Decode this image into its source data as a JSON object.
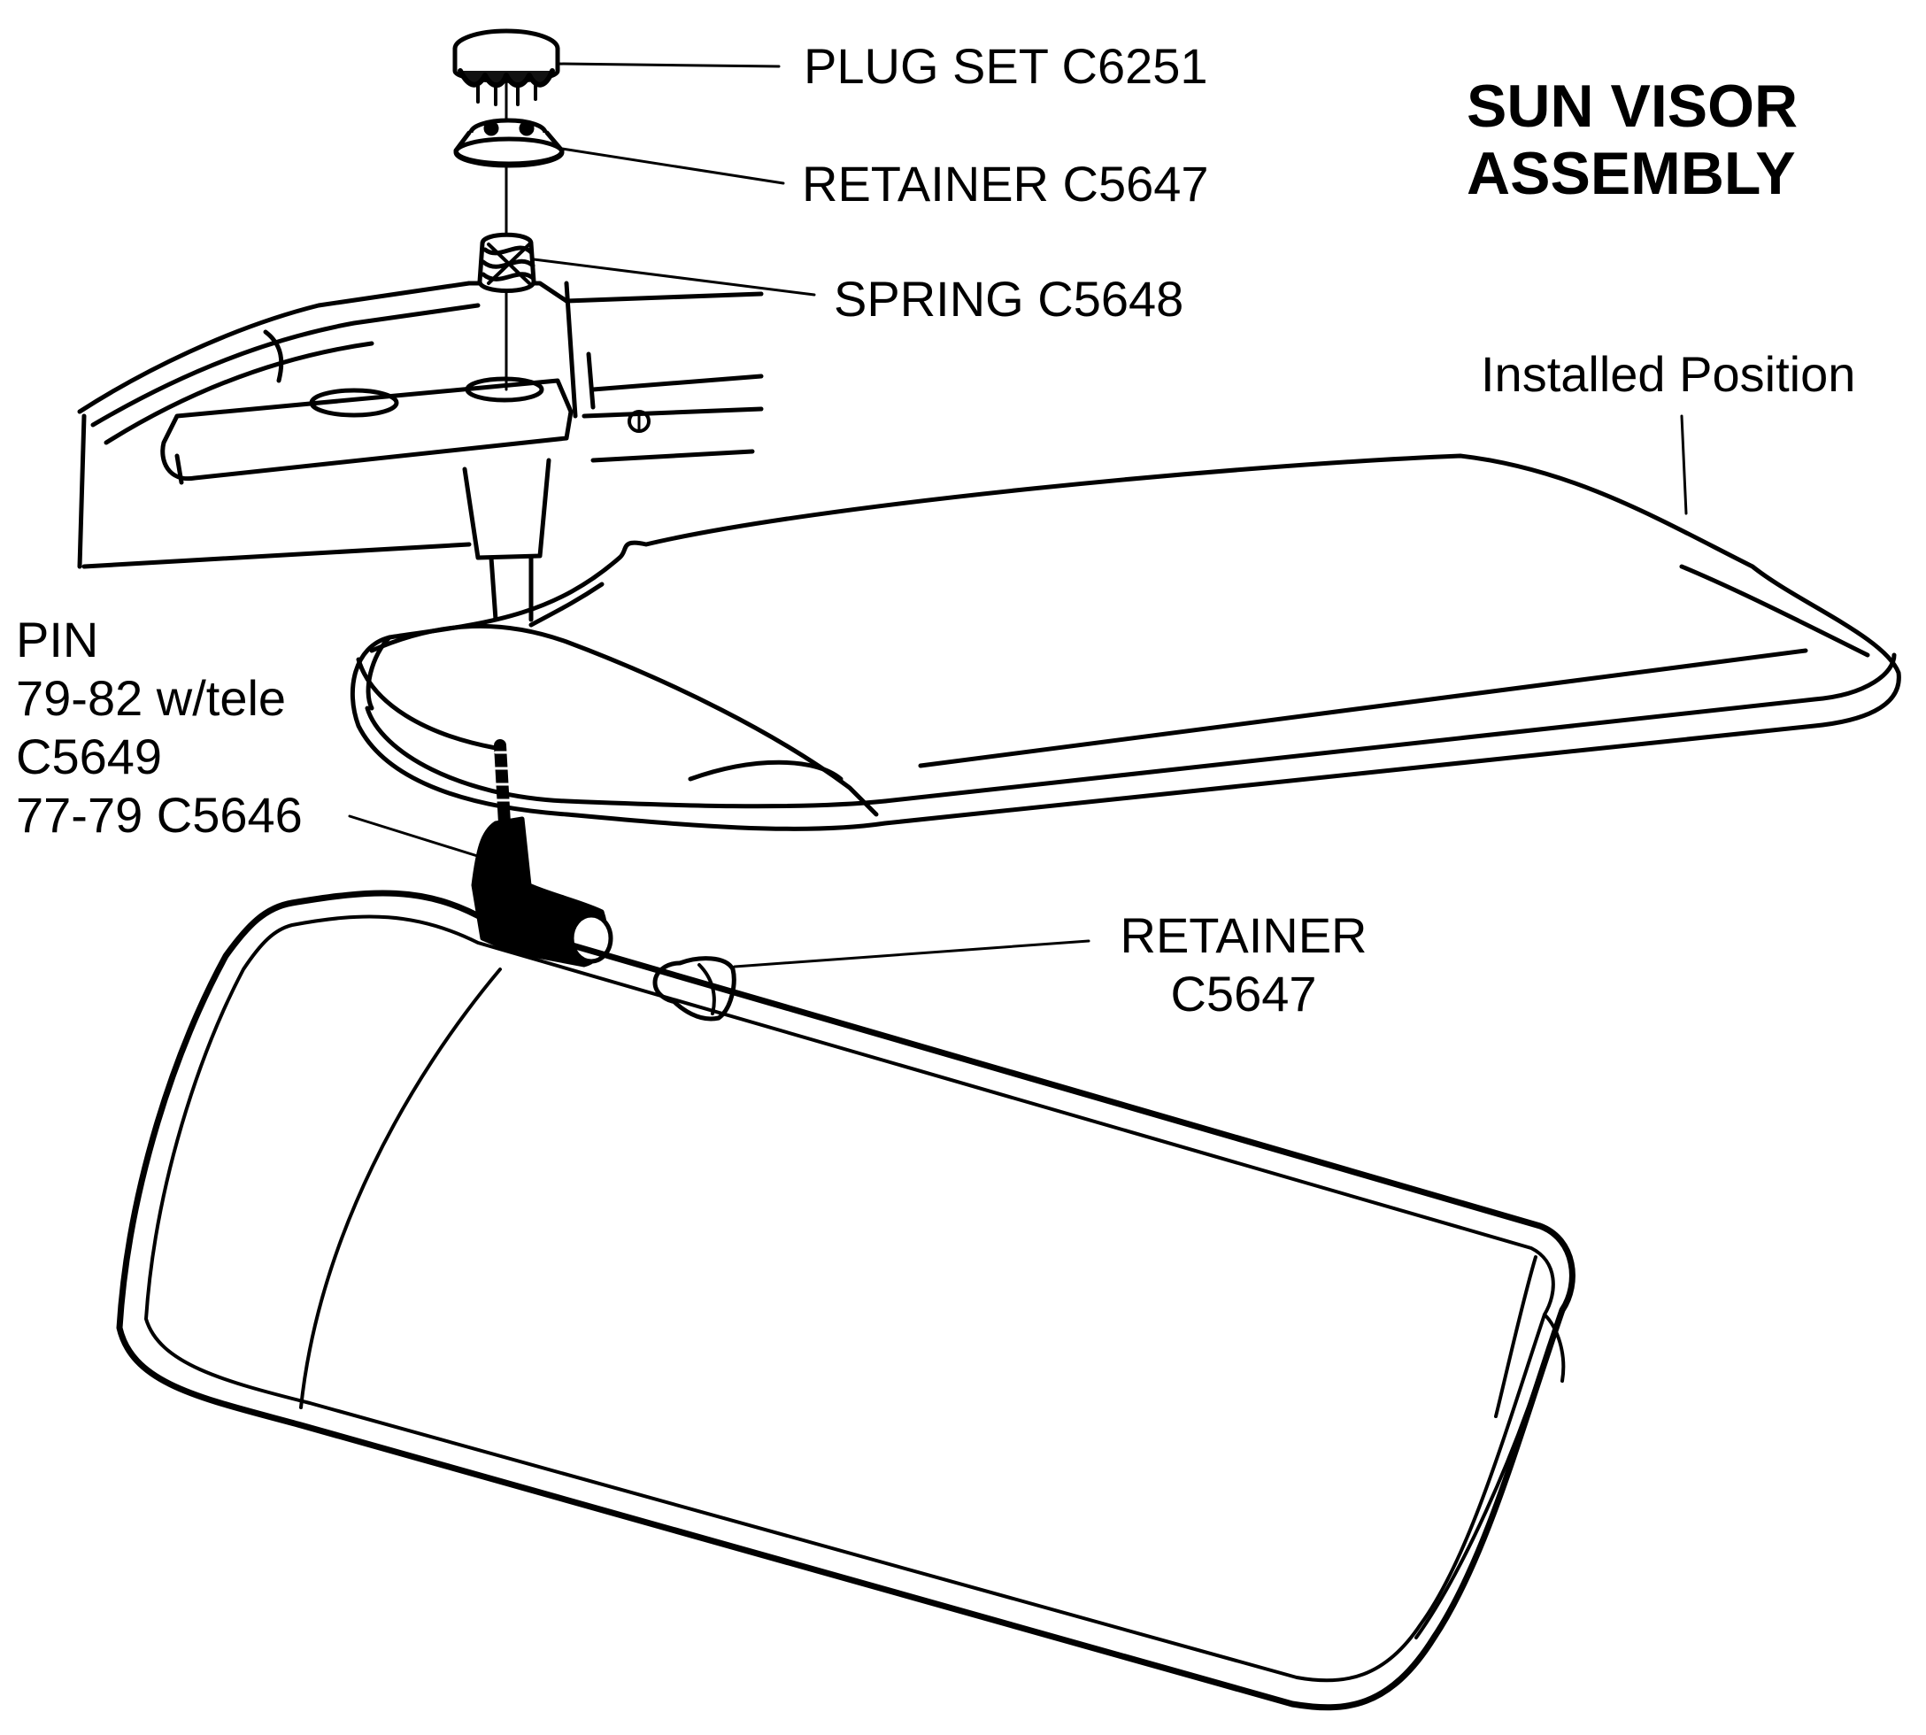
{
  "title": {
    "line1": "SUN VISOR",
    "line2": "ASSEMBLY"
  },
  "labels": {
    "plug_set": "PLUG SET  C6251",
    "retainer_top": "RETAINER  C5647",
    "spring": "SPRING  C5648",
    "installed_position": "Installed Position",
    "pin": {
      "line1": "PIN",
      "line2": "79-82 w/tele",
      "line3": "C5649",
      "line4": "77-79  C5646"
    },
    "retainer_bottom": {
      "line1": "RETAINER",
      "line2": "C5647"
    }
  },
  "colors": {
    "ink": "#000000",
    "paper": "#ffffff"
  }
}
